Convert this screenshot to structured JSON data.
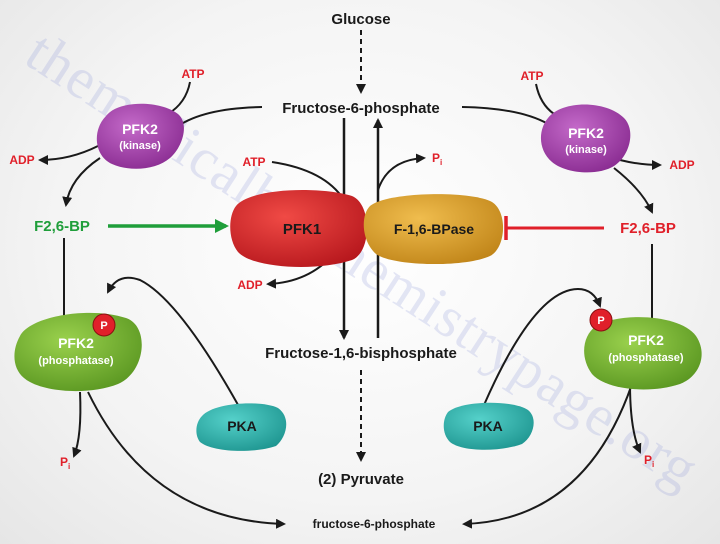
{
  "watermark": "themedicalbiochemistrypage.org",
  "metabolites": {
    "glucose": "Glucose",
    "f6p_top": "Fructose-6-phosphate",
    "f16bp": "Fructose-1,6-bisphosphate",
    "pyruvate": "(2) Pyruvate",
    "f6p_bottom": "fructose-6-phosphate"
  },
  "enzymes": {
    "pfk1": "PFK1",
    "fbpase": "F-1,6-BPase",
    "pfk2_kinase_left": {
      "name": "PFK2",
      "sub": "(kinase)"
    },
    "pfk2_kinase_right": {
      "name": "PFK2",
      "sub": "(kinase)"
    },
    "pfk2_phosphatase_left": {
      "name": "PFK2",
      "sub": "(phosphatase)"
    },
    "pfk2_phosphatase_right": {
      "name": "PFK2",
      "sub": "(phosphatase)"
    },
    "pka_left": "PKA",
    "pka_right": "PKA",
    "phospho_tag": "P"
  },
  "cofactors": {
    "atp": "ATP",
    "adp": "ADP",
    "pi": "P",
    "pi_sub": "i"
  },
  "effectors": {
    "f26bp_left": "F2,6-BP",
    "f26bp_right": "F2,6-BP"
  },
  "colors": {
    "pfk2_kinase": "#9b3aa2",
    "pfk2_phosphatase": "#6fae2e",
    "pfk1": "#d9262b",
    "fbpase": "#d99a24",
    "pka": "#2bb3ad",
    "activation_arrow": "#1f9e3a",
    "inhibition_line": "#e0202a",
    "cofactor_text": "#e0202a",
    "phospho_badge": "#e0202a"
  }
}
